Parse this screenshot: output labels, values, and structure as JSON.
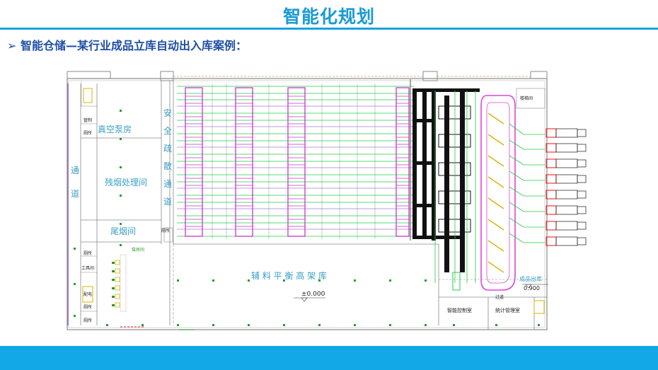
{
  "header": {
    "title": "智能化规划"
  },
  "subtitle": {
    "bullet": "➢",
    "text": "智能仓储—某行业成品立库自动出入库案例："
  },
  "floor_plan": {
    "rooms": {
      "vacuum_pump_room": "真空泵房",
      "residue_processing_room": "残烟处理间",
      "tail_smoke_room": "尾烟间",
      "aux_balance_rack": "辅 料 平 衡 高 架 库",
      "finished_storage": "成品出库",
      "intelligent_control_room": "智能控制室",
      "stats_room": "统计管理室",
      "small_room_1": "管制",
      "small_room_2": "厕所",
      "small_room_3": "厕所",
      "small_room_4": "工具间",
      "small_room_5": "配电",
      "small_room_6": "厕所",
      "small_room_7": "厕所",
      "small_room_8": "厕所",
      "small_room_9": "楼梯间",
      "small_room_10": "过道",
      "small_room_11": "泵房间"
    },
    "labels": {
      "corridor_left": [
        "通",
        "道"
      ],
      "safety_passage": [
        "安",
        "全",
        "疏",
        "散",
        "通",
        "道"
      ],
      "elevation_main": "±0.000",
      "elevation_right": "0.900"
    }
  },
  "colors": {
    "title": "#1a9ad6",
    "subtitle": "#1f4fa6",
    "band": "#12a7e6",
    "rack_magenta": "#cc33cc",
    "rail_green": "#22cc44",
    "conveyor_black": "#111111",
    "truck_red": "#ee2222",
    "loop_magenta": "#dd44dd",
    "wall_gray": "#8a8a8a",
    "column_green": "#2a9a2a",
    "label_cyan": "#3aa0c8"
  }
}
